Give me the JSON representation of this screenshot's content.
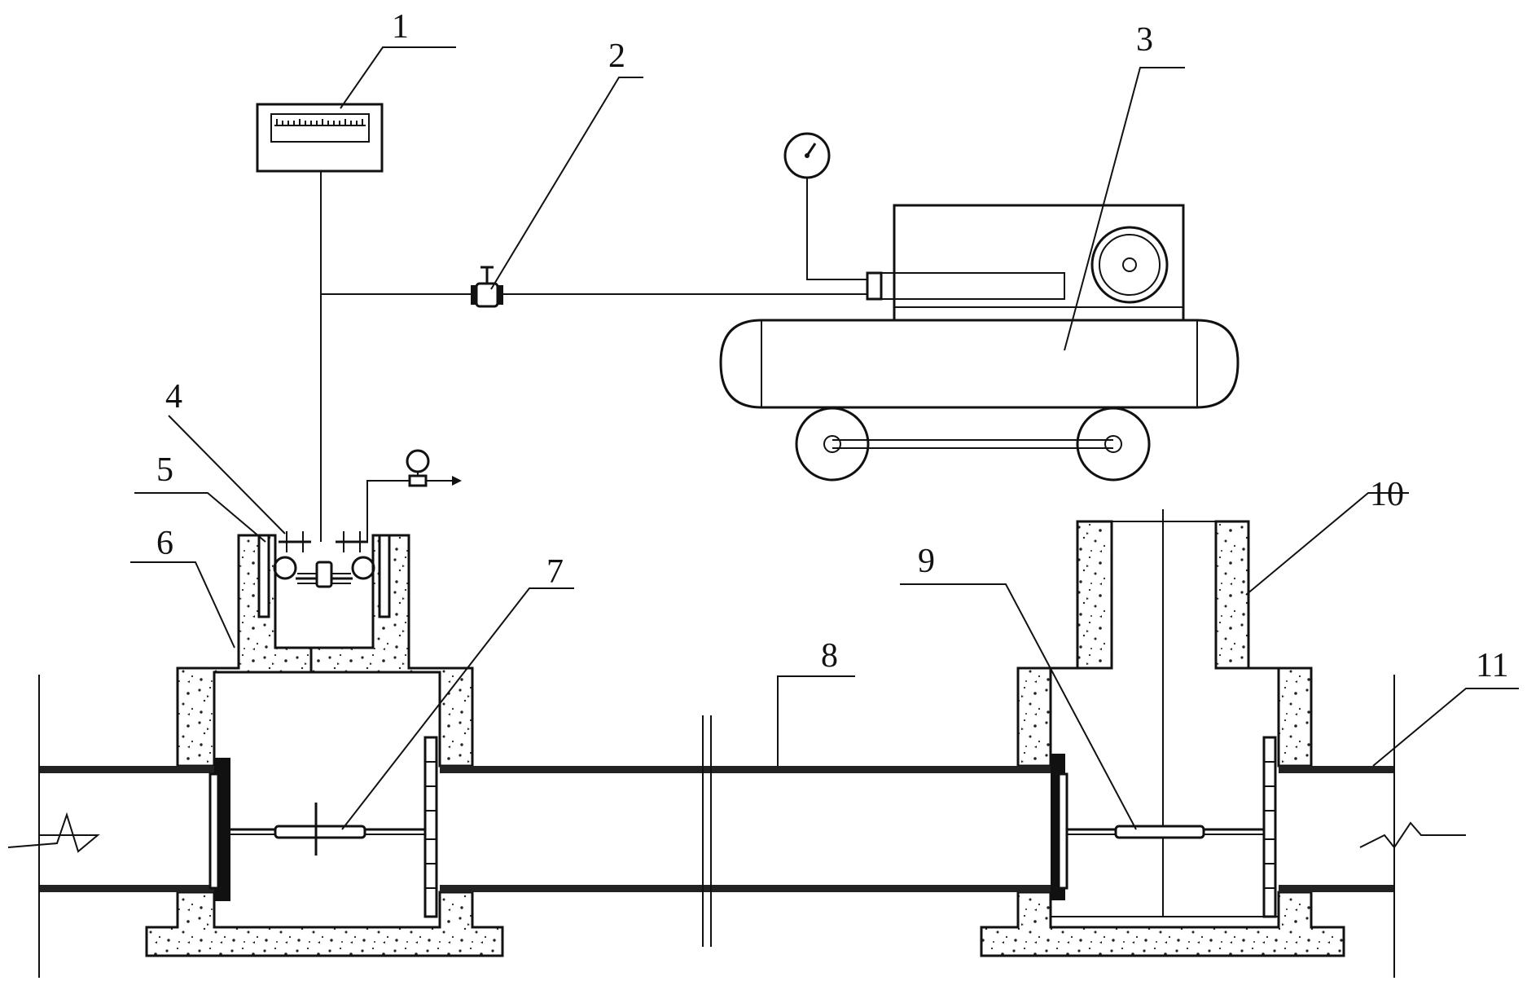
{
  "figure": {
    "callouts": [
      {
        "id": "1",
        "text": "1"
      },
      {
        "id": "2",
        "text": "2"
      },
      {
        "id": "3",
        "text": "3"
      },
      {
        "id": "4",
        "text": "4"
      },
      {
        "id": "5",
        "text": "5"
      },
      {
        "id": "6",
        "text": "6"
      },
      {
        "id": "7",
        "text": "7"
      },
      {
        "id": "8",
        "text": "8"
      },
      {
        "id": "9",
        "text": "9"
      },
      {
        "id": "10",
        "text": "10"
      },
      {
        "id": "11",
        "text": "11"
      }
    ]
  },
  "colors": {
    "ink": "#111111",
    "paper": "#ffffff"
  },
  "icons": {
    "gauge": "pressure-gauge-icon",
    "valve": "valve-icon",
    "break": "break-line-icon"
  }
}
